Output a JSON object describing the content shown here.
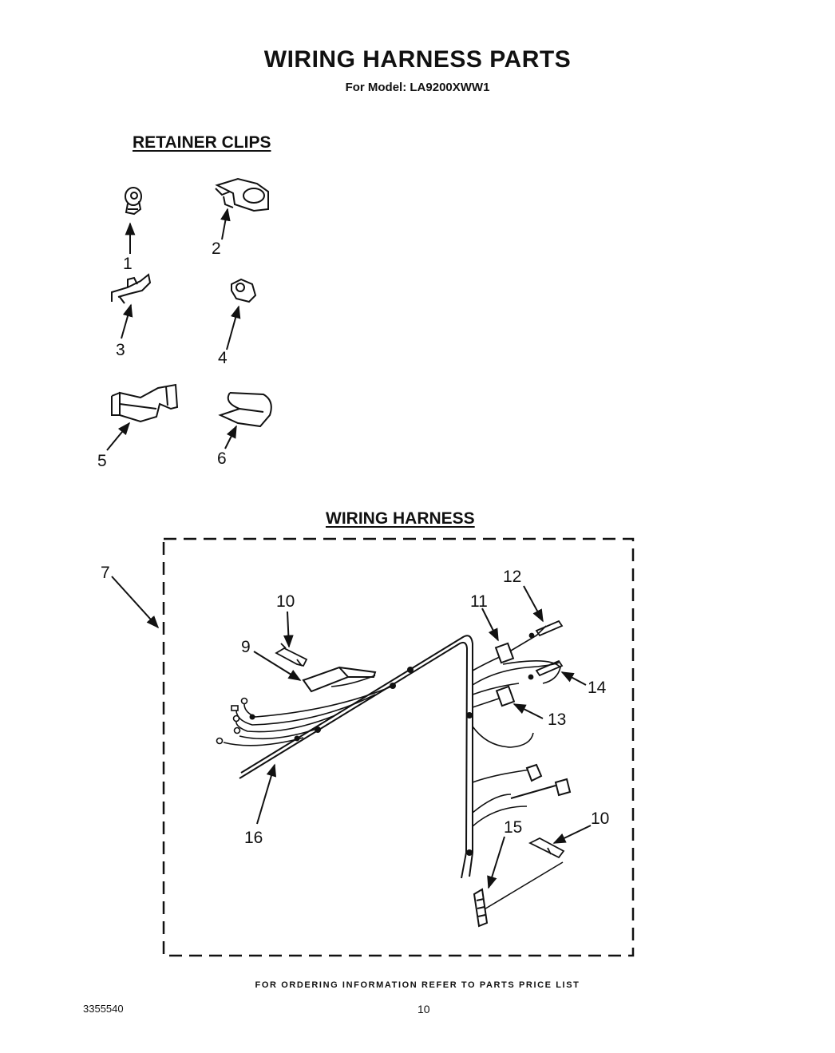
{
  "header": {
    "title": "WIRING HARNESS PARTS",
    "subtitle": "For Model: LA9200XWW1"
  },
  "sections": {
    "retainer_clips": "RETAINER CLIPS",
    "wiring_harness": "WIRING HARNESS"
  },
  "callouts": {
    "c1": "1",
    "c2": "2",
    "c3": "3",
    "c4": "4",
    "c5": "5",
    "c6": "6",
    "c7": "7",
    "c9": "9",
    "c10a": "10",
    "c10b": "10",
    "c11": "11",
    "c12": "12",
    "c13": "13",
    "c14": "14",
    "c15": "15",
    "c16": "16"
  },
  "footer": {
    "note": "FOR ORDERING INFORMATION REFER TO PARTS PRICE LIST",
    "doc_number": "3355540",
    "page_number": "10"
  }
}
